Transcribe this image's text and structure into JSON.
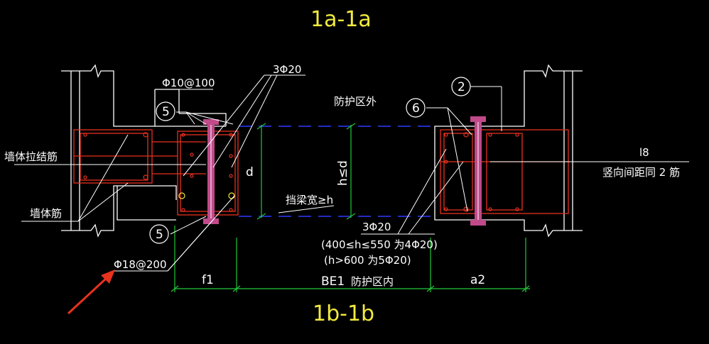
{
  "titles": {
    "section_a": "1a-1a",
    "section_b": "1b-1b"
  },
  "labels": {
    "rebar_3phi20_top": "3Φ20",
    "stirrup_phi10": "Φ10@100",
    "wall_tie_bar": "墙体拉结筋",
    "wall_bar": "墙体筋",
    "outside_zone": "防护区外",
    "inside_zone": "防护区内",
    "dim_d": "d",
    "dim_h": "h≤d",
    "beam_width": "挡梁宽≥h",
    "rebar_3phi20_bottom": "3Φ20",
    "note_400_550": "(400≤h≤550 为4Φ20)",
    "note_600": "(h>600 为5Φ20)",
    "phi18": "Φ18@200",
    "dim_f1": "f1",
    "dim_be1": "BE1",
    "dim_a2": "a2",
    "label_l8": "l8",
    "vertical_spacing": "竖向间距同 2 筋",
    "circle_2": "2",
    "circle_5_top": "5",
    "circle_5_bottom": "5",
    "circle_6": "6"
  },
  "colors": {
    "title": "#f2ea3e",
    "rebar_frame": "#e8301e",
    "wall_outline": "#ffffff",
    "plate": "#c04a8a",
    "dimension": "#22c83a",
    "centerline": "#2d3cff",
    "arrow": "#e8321e",
    "bar_dot": "#f2ea3e"
  }
}
